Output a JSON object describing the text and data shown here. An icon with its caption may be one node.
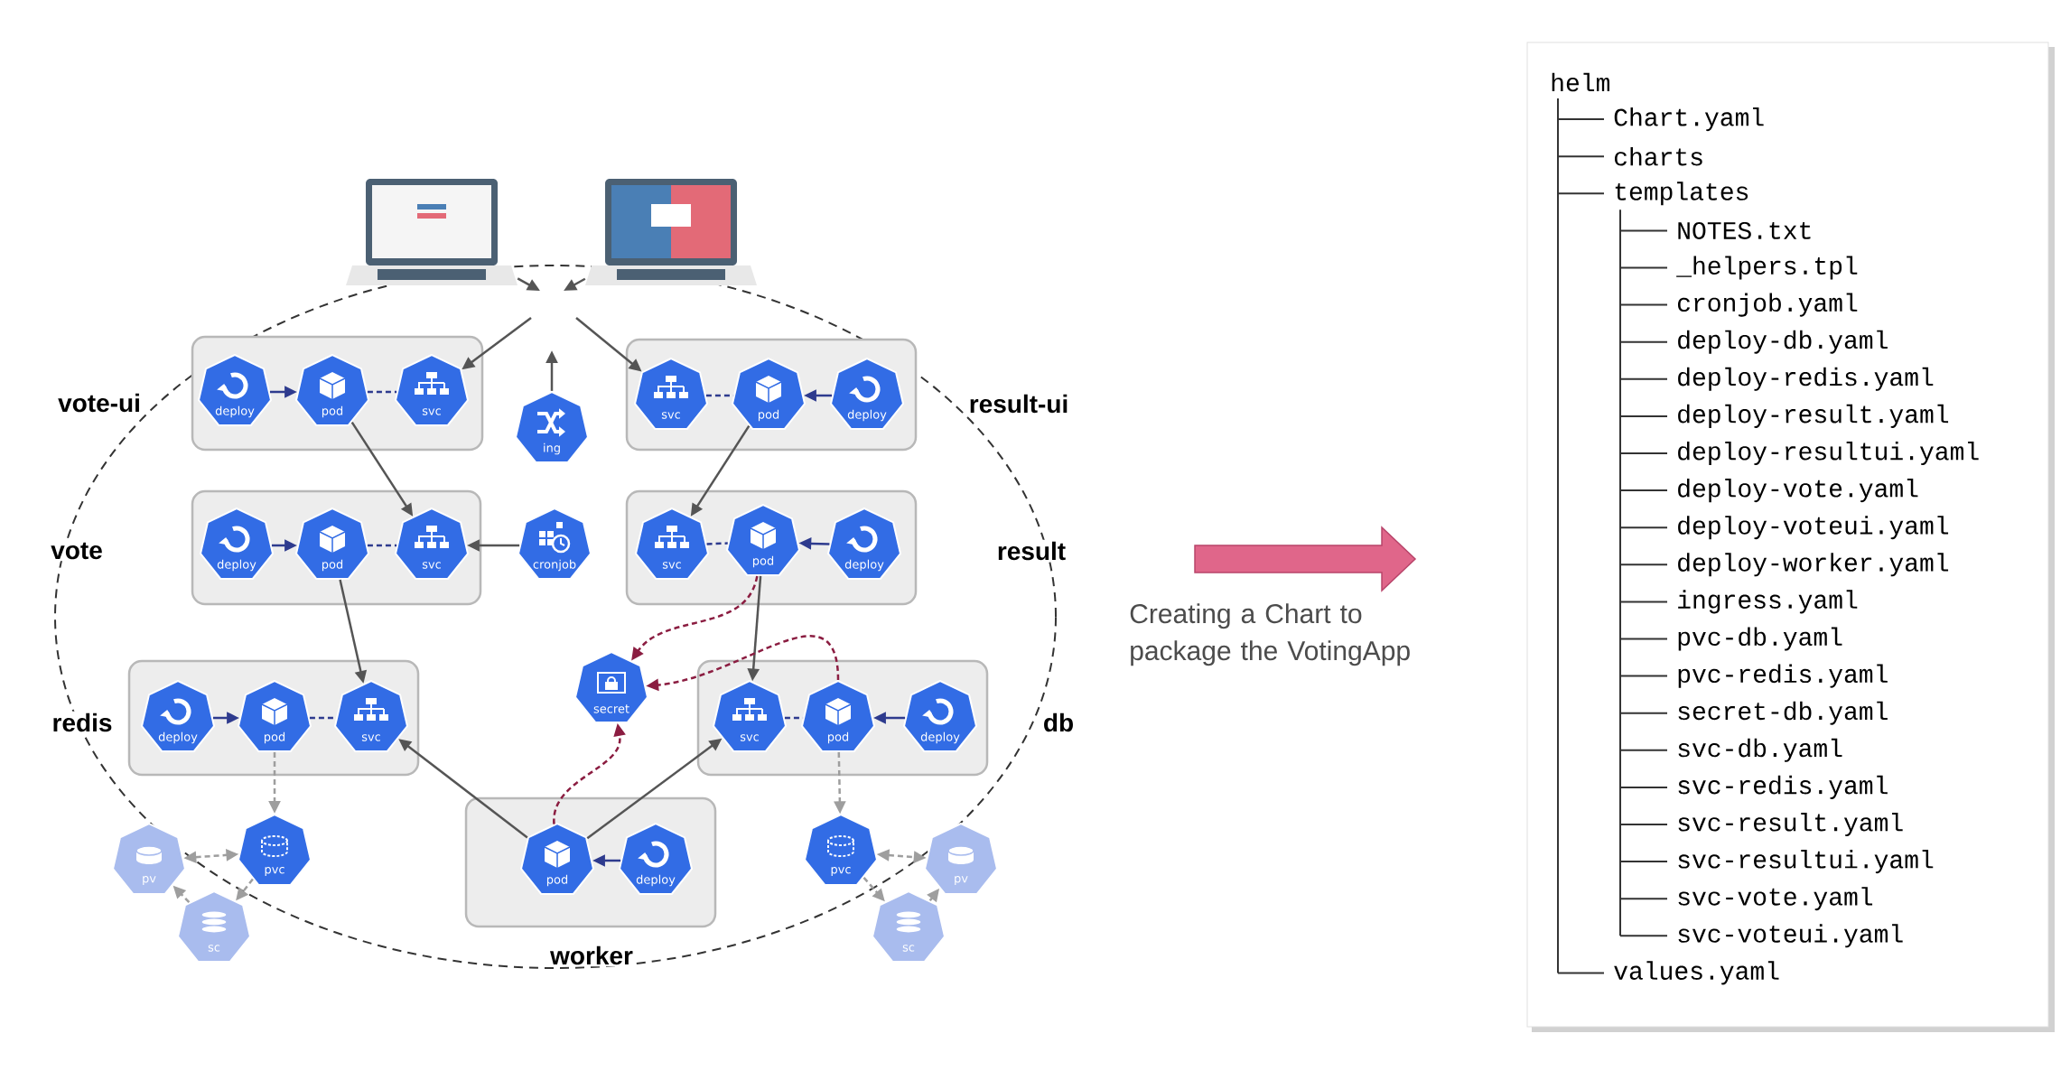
{
  "diagram": {
    "nodes": [
      {
        "text": [],
        "shape": "picture"
      },
      {
        "text": [],
        "shape": "picture"
      },
      {
        "text": [
          "vote-ui"
        ]
      },
      {
        "text": [
          "deploy"
        ],
        "in": 2
      },
      {
        "text": [
          "pod"
        ],
        "in": 2
      },
      {
        "text": [
          "svc"
        ],
        "in": 2
      },
      {
        "text": [
          "ing"
        ]
      },
      {
        "text": [
          "result-ui"
        ]
      },
      {
        "text": [
          "svc"
        ],
        "in": 7
      },
      {
        "text": [
          "pod"
        ],
        "in": 7
      },
      {
        "text": [
          "deploy"
        ],
        "in": 7
      },
      {
        "text": [
          "vote"
        ]
      },
      {
        "text": [
          "deploy"
        ],
        "in": 11
      },
      {
        "text": [
          "pod"
        ],
        "in": 11
      },
      {
        "text": [
          "svc"
        ],
        "in": 11
      },
      {
        "text": [
          "cronjob"
        ]
      },
      {
        "text": [
          "result"
        ]
      },
      {
        "text": [
          "svc"
        ],
        "in": 16
      },
      {
        "text": [
          "pod"
        ],
        "in": 16
      },
      {
        "text": [
          "deploy"
        ],
        "in": 16
      },
      {
        "text": [
          "redis"
        ]
      },
      {
        "text": [
          "deploy"
        ],
        "in": 20
      },
      {
        "text": [
          "pod"
        ],
        "in": 20
      },
      {
        "text": [
          "svc"
        ],
        "in": 20
      },
      {
        "text": [
          "secret"
        ]
      },
      {
        "text": [
          "db"
        ]
      },
      {
        "text": [
          "svc"
        ],
        "in": 25
      },
      {
        "text": [
          "pod"
        ],
        "in": 25
      },
      {
        "text": [
          "deploy"
        ],
        "in": 25
      },
      {
        "text": [
          "pv"
        ]
      },
      {
        "text": [
          "pvc"
        ]
      },
      {
        "text": [
          "sc"
        ]
      },
      {
        "text": [
          "worker"
        ]
      },
      {
        "text": [
          "pod"
        ],
        "in": 32
      },
      {
        "text": [
          "deploy"
        ],
        "in": 32
      },
      {
        "text": [
          "pvc"
        ]
      },
      {
        "text": [
          "pv"
        ]
      },
      {
        "text": [
          "sc"
        ]
      }
    ],
    "edges": [
      {
        "from": 0,
        "to": null,
        "arrow": "to"
      },
      {
        "from": 1,
        "to": null,
        "arrow": "to"
      },
      {
        "from": null,
        "to": 5,
        "arrow": "to"
      },
      {
        "from": null,
        "to": 8,
        "arrow": "to"
      },
      {
        "from": 6,
        "to": null,
        "arrow": "to"
      },
      {
        "from": 3,
        "to": 4,
        "arrow": "to",
        "color": "#2e3b8e"
      },
      {
        "from": 4,
        "to": 5,
        "arrow": "none",
        "style": "dashed",
        "color": "#2e3b8e"
      },
      {
        "from": 8,
        "to": 9,
        "arrow": "none",
        "style": "dashed",
        "color": "#2e3b8e"
      },
      {
        "from": 10,
        "to": 9,
        "arrow": "to",
        "color": "#2e3b8e"
      },
      {
        "from": 4,
        "to": 14,
        "arrow": "to"
      },
      {
        "from": 12,
        "to": 13,
        "arrow": "to",
        "color": "#2e3b8e"
      },
      {
        "from": 13,
        "to": 14,
        "arrow": "none",
        "style": "dashed",
        "color": "#2e3b8e"
      },
      {
        "from": 15,
        "to": 14,
        "arrow": "to"
      },
      {
        "from": 9,
        "to": 17,
        "arrow": "to"
      },
      {
        "from": 17,
        "to": 18,
        "arrow": "none",
        "style": "dashed",
        "color": "#2e3b8e"
      },
      {
        "from": 19,
        "to": 18,
        "arrow": "to",
        "color": "#2e3b8e"
      },
      {
        "from": 13,
        "to": 23,
        "arrow": "to"
      },
      {
        "from": 18,
        "to": 26,
        "arrow": "to"
      },
      {
        "from": 18,
        "to": 24,
        "arrow": "to",
        "style": "dashed",
        "color": "#8b1d41"
      },
      {
        "from": 21,
        "to": 22,
        "arrow": "to",
        "color": "#2e3b8e"
      },
      {
        "from": 22,
        "to": 23,
        "arrow": "none",
        "style": "dashed",
        "color": "#2e3b8e"
      },
      {
        "from": 27,
        "to": 24,
        "arrow": "to",
        "style": "dashed",
        "color": "#8b1d41"
      },
      {
        "from": 26,
        "to": 27,
        "arrow": "none",
        "style": "dashed",
        "color": "#2e3b8e"
      },
      {
        "from": 28,
        "to": 27,
        "arrow": "to",
        "color": "#2e3b8e"
      },
      {
        "from": 33,
        "to": 23,
        "arrow": "to"
      },
      {
        "from": 33,
        "to": 26,
        "arrow": "to"
      },
      {
        "from": 33,
        "to": 24,
        "arrow": "to",
        "style": "dashed",
        "color": "#8b1d41"
      },
      {
        "from": 34,
        "to": 33,
        "arrow": "to",
        "color": "#2e3b8e"
      },
      {
        "from": 22,
        "to": 30,
        "arrow": "to",
        "style": "dashed",
        "color": "#9e9e9e"
      },
      {
        "from": 29,
        "to": 30,
        "arrow": "both",
        "style": "dashed",
        "color": "#9e9e9e"
      },
      {
        "from": 30,
        "to": 31,
        "arrow": "to",
        "style": "dashed",
        "color": "#9e9e9e"
      },
      {
        "from": 31,
        "to": 29,
        "arrow": "to",
        "style": "dashed",
        "color": "#9e9e9e"
      },
      {
        "from": 27,
        "to": 35,
        "arrow": "to",
        "style": "dashed",
        "color": "#9e9e9e"
      },
      {
        "from": 35,
        "to": 36,
        "arrow": "both",
        "style": "dashed",
        "color": "#9e9e9e"
      },
      {
        "from": 35,
        "to": 37,
        "arrow": "to",
        "style": "dashed",
        "color": "#9e9e9e"
      },
      {
        "from": 37,
        "to": 36,
        "arrow": "to",
        "style": "dashed",
        "color": "#9e9e9e"
      }
    ],
    "labels": [
      "Creating a Chart to package the VotingApp",
      "helm",
      "Chart.yaml",
      "charts",
      "templates",
      "NOTES.txt",
      "_helpers.tpl",
      "cronjob.yaml",
      "deploy-db.yaml",
      "deploy-redis.yaml",
      "deploy-result.yaml",
      "deploy-resultui.yaml",
      "deploy-vote.yaml",
      "deploy-voteui.yaml",
      "deploy-worker.yaml",
      "ingress.yaml",
      "pvc-db.yaml",
      "pvc-redis.yaml",
      "secret-db.yaml",
      "svc-db.yaml",
      "svc-redis.yaml",
      "svc-result.yaml",
      "svc-resultui.yaml",
      "svc-vote.yaml",
      "svc-voteui.yaml",
      "values.yaml"
    ]
  }
}
